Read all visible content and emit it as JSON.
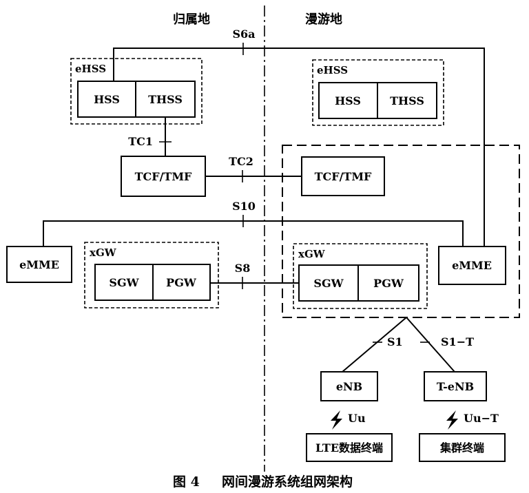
{
  "regions": {
    "home": "归属地",
    "visited": "漫游地"
  },
  "home": {
    "ehss": {
      "label": "eHSS",
      "hss": "HSS",
      "thss": "THSS"
    },
    "tcf": "TCF/TMF",
    "emme": "eMME",
    "xgw": {
      "label": "xGW",
      "sgw": "SGW",
      "pgw": "PGW"
    }
  },
  "visited": {
    "ehss": {
      "label": "eHSS",
      "hss": "HSS",
      "thss": "THSS"
    },
    "tcf": "TCF/TMF",
    "emme": "eMME",
    "xgw": {
      "label": "xGW",
      "sgw": "SGW",
      "pgw": "PGW"
    },
    "enb": "eNB",
    "tenb": "T-eNB",
    "lte_terminal": "LTE数据终端",
    "trunk_terminal": "集群终端"
  },
  "interfaces": {
    "s6a": "S6a",
    "tc1": "TC1",
    "tc2": "TC2",
    "s10": "S10",
    "s8": "S8",
    "s1": "S1",
    "s1t": "S1−T",
    "uu": "Uu",
    "uut": "Uu−T"
  },
  "caption": {
    "number": "图 4",
    "title": "网间漫游系统组网架构"
  }
}
